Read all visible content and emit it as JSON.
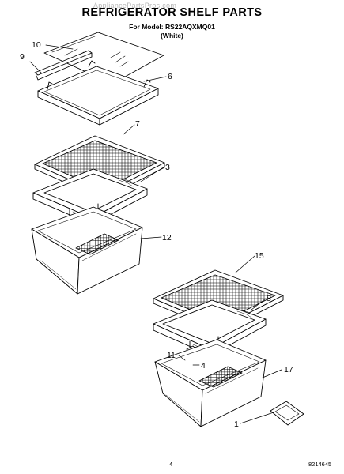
{
  "header": {
    "title": "REFRIGERATOR SHELF PARTS",
    "model_line": "For Model: RS22AQXMQ01",
    "color_line": "(White)",
    "watermark": "AppliancePartsPros.com"
  },
  "callouts": {
    "p1": "1",
    "p3": "3",
    "p4": "4",
    "p6": "6",
    "p7": "7",
    "p8": "8",
    "p9": "9",
    "p10": "10",
    "p11": "11",
    "p12": "12",
    "p15": "15",
    "p17": "17"
  },
  "footer": {
    "page_number": "4",
    "doc_number": "8214645"
  }
}
